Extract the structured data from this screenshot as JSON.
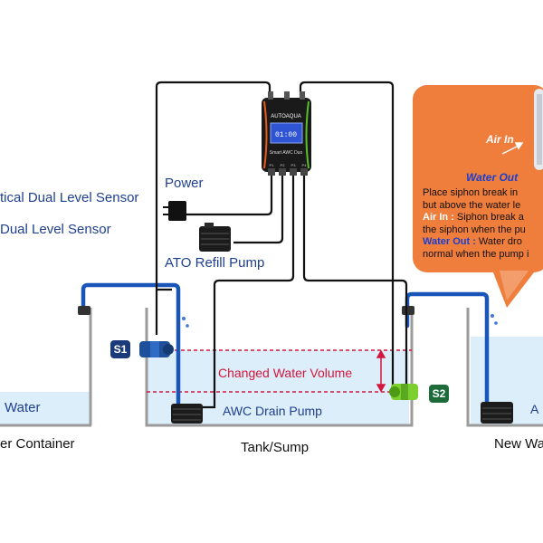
{
  "labels": {
    "sensor_optical": "tical Dual Level Sensor",
    "sensor_dual": "Dual Level Sensor",
    "power": "Power",
    "ato_pump": "ATO Refill Pump",
    "changed_volume": "Changed Water Volume",
    "drain_pump": "AWC Drain Pump",
    "tank_sump": "Tank/Sump",
    "left_container": "er Container",
    "new_water_container": "New Wa",
    "left_water": "Water",
    "right_water_partial": "A"
  },
  "badges": {
    "s1": "S1",
    "s2": "S2"
  },
  "controller": {
    "brand": "AUTOAQUA",
    "model": "Smart AWC Duo",
    "screen_text": "01:00",
    "ports": [
      "P1",
      "P2",
      "P3",
      "P4"
    ]
  },
  "callout": {
    "air_in_heading": "Air In",
    "water_out_heading": "Water Out",
    "line1": "Place siphon break in",
    "line2": "but above the water le",
    "air_in_label": "Air In :",
    "air_in_text_1": " Siphon break a",
    "air_in_text_2": "the siphon when the pu",
    "water_out_label": "Water Out :",
    "water_out_text_1": " Water dro",
    "water_out_text_2": "normal when the pump i"
  },
  "colors": {
    "pipe_blue": "#1a55b8",
    "water_fill": "#dceefa",
    "callout_orange": "#ef7d3c",
    "dashed_red": "#d3163c",
    "badge_navy": "#1a3a7a",
    "badge_green": "#1e6b3a",
    "sensor_green": "#7ccf2e"
  }
}
